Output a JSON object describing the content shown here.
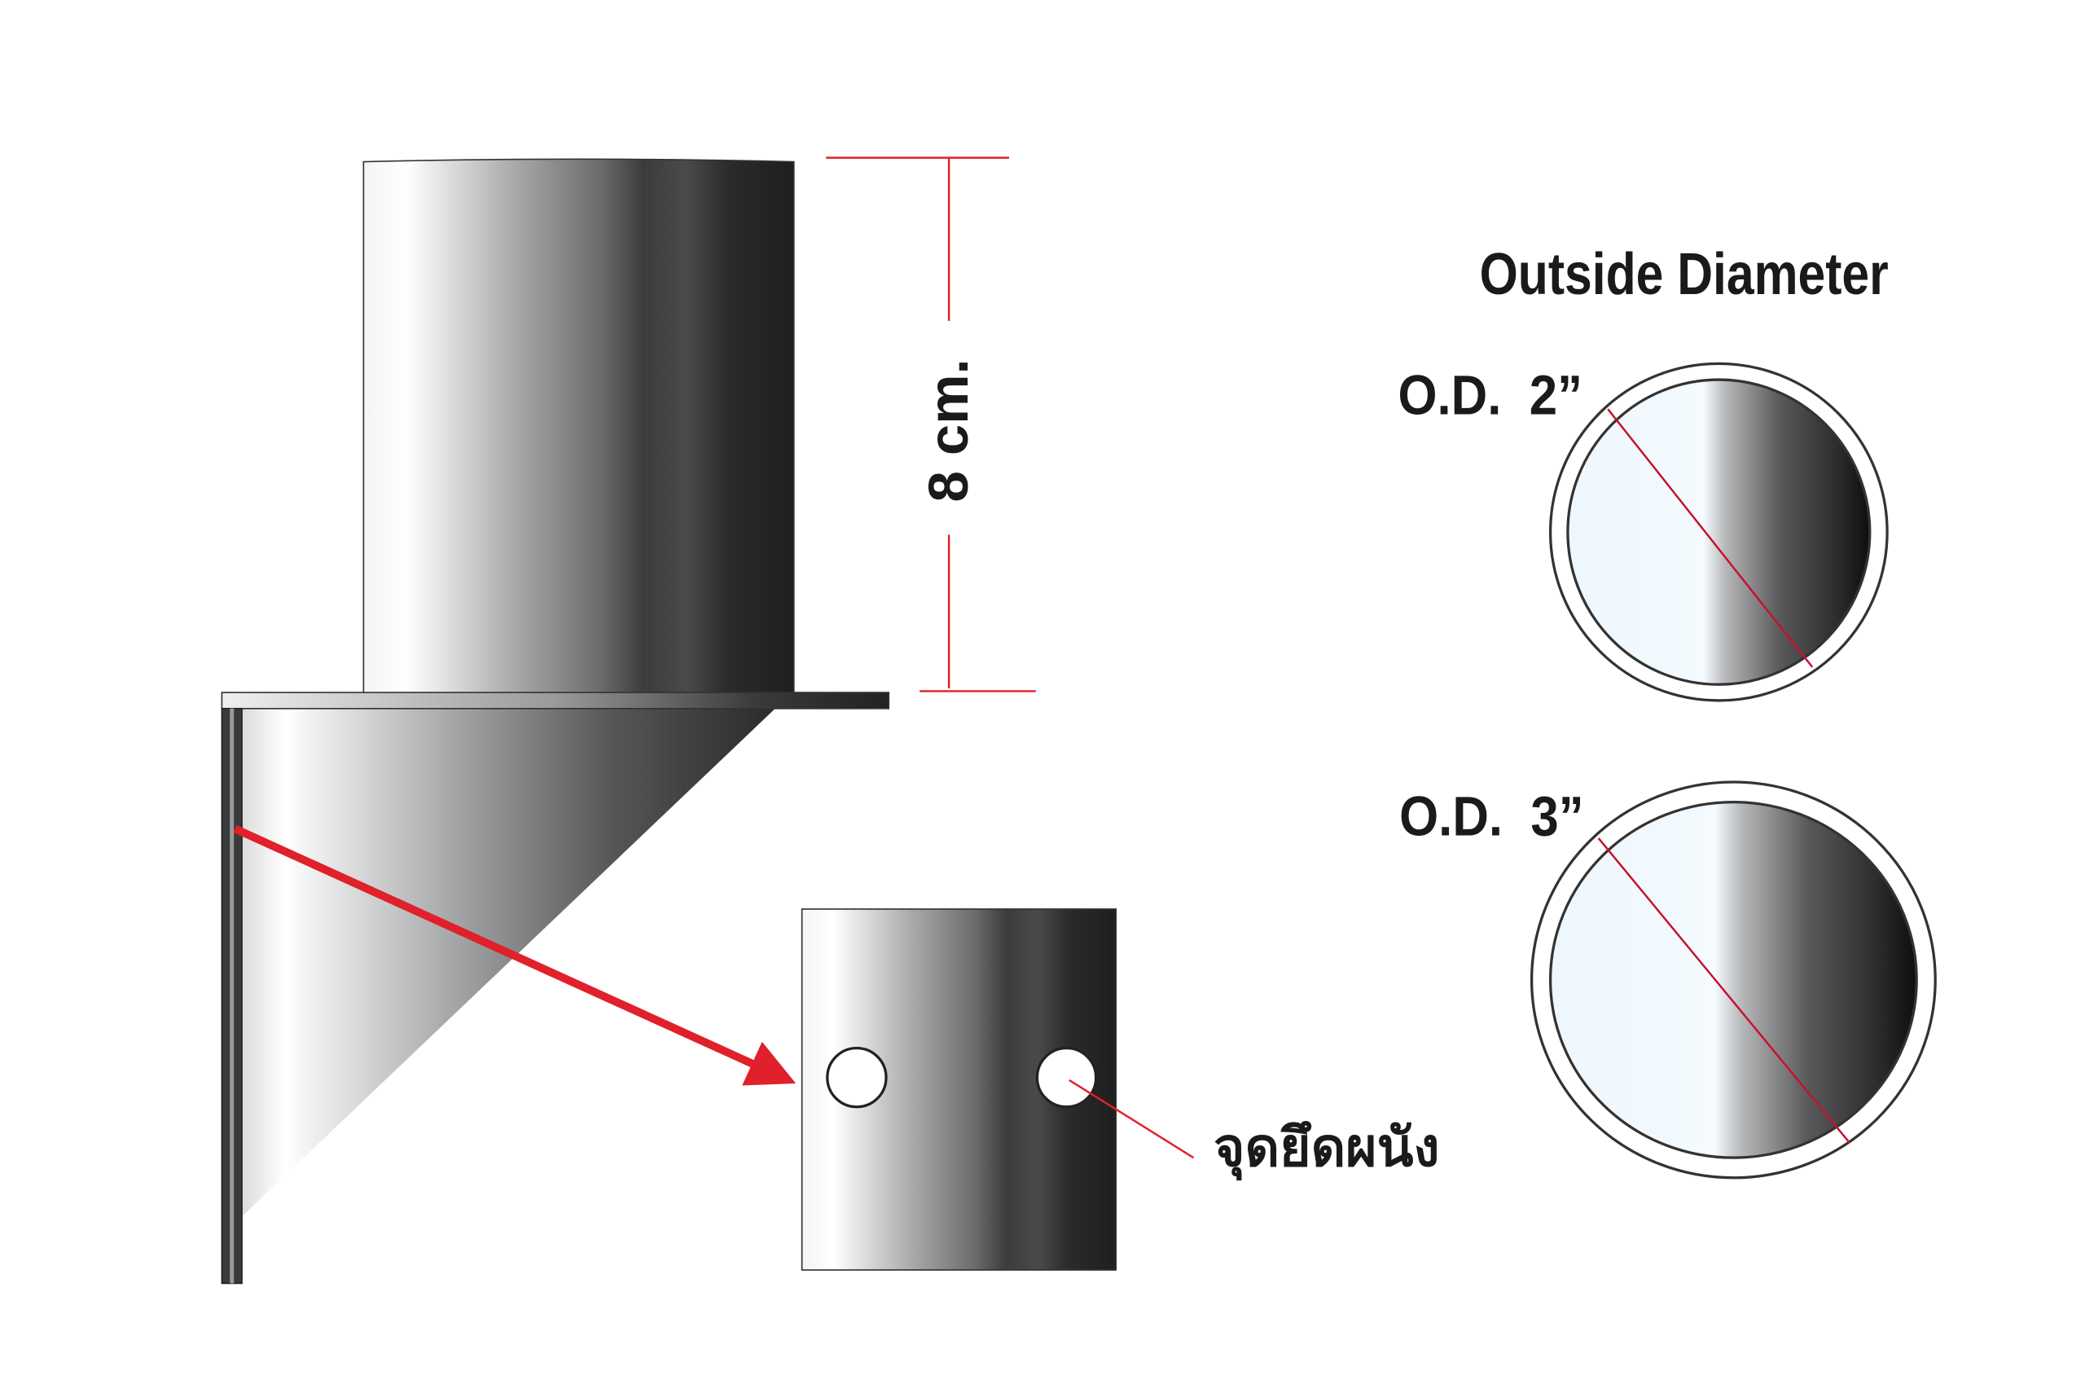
{
  "diagram": {
    "dimension_label": "8 cm.",
    "wall_mount_label": "จุดยึดผนัง",
    "od_title": "Outside Diameter",
    "od_options": [
      {
        "label": "O.D.  2”"
      },
      {
        "label": "O.D.  3”"
      }
    ],
    "colors": {
      "accent_red": "#e0202a",
      "metal_dark": "#2b2b2b",
      "inner_fill": "#eef7fd"
    }
  }
}
